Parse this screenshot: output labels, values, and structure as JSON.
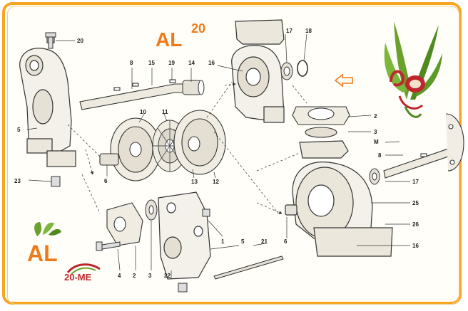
{
  "title": {
    "main": "AL",
    "superscript": "20"
  },
  "logo": {
    "text": "AL",
    "subtext": "20-ME"
  },
  "colors": {
    "brand_orange": "#f07a1a",
    "frame": "#f6a623",
    "logo_green": "#6aa12c",
    "logo_red": "#c0262d"
  },
  "labels": {
    "l20": "20",
    "l8a": "8",
    "l15": "15",
    "l19": "19",
    "l14": "14",
    "l16a": "16",
    "l17a": "17",
    "l18": "18",
    "l10": "10",
    "l11": "11",
    "l5a": "5",
    "l2a": "2",
    "l3a": "3",
    "lM": "M",
    "l8b": "8",
    "l6a": "6",
    "l13": "13",
    "l12": "12",
    "l17b": "17",
    "l23": "23",
    "l25": "25",
    "l26": "26",
    "l16b": "16",
    "l1": "1",
    "l5b": "5",
    "l21": "21",
    "l6b": "6",
    "l4": "4",
    "l2b": "2",
    "l3b": "3",
    "l22": "22"
  },
  "icons": {
    "arrow": "arrow-left-icon",
    "flower": "flower-logo-icon"
  }
}
